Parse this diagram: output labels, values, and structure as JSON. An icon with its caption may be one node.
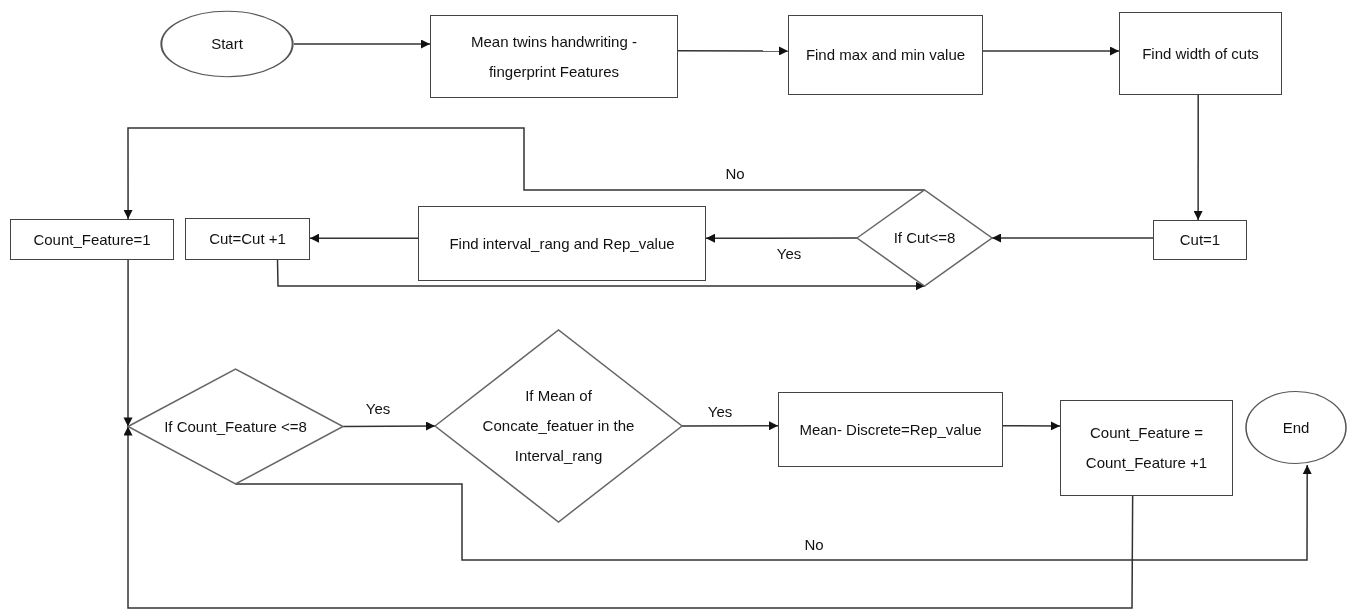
{
  "diagram": {
    "nodes": [
      {
        "text": [
          "Start"
        ]
      },
      {
        "text": [
          "Mean twins handwriting - fingerprint Features"
        ]
      },
      {
        "text": [
          "Find max and min value"
        ]
      },
      {
        "text": [
          "Find width of cuts"
        ]
      },
      {
        "text": [
          "Cut=1"
        ]
      },
      {
        "text": [
          "If Cut<=8"
        ]
      },
      {
        "text": [
          "Find interval_rang and Rep_value"
        ]
      },
      {
        "text": [
          "Cut=Cut +1"
        ]
      },
      {
        "text": [
          "Count_Feature=1"
        ]
      },
      {
        "text": [
          "If Count_Feature <=8"
        ]
      },
      {
        "text": [
          "If Mean of Concate_featuer in the Interval_rang"
        ]
      },
      {
        "text": [
          "Mean- Discrete=Rep_value"
        ]
      },
      {
        "text": [
          "Count_Feature = Count_Feature +1"
        ]
      },
      {
        "text": [
          "End"
        ]
      }
    ],
    "edges": [
      {
        "from": 0,
        "to": 1,
        "arrow": "to"
      },
      {
        "from": 1,
        "to": 2,
        "arrow": "to"
      },
      {
        "from": 2,
        "to": 3,
        "arrow": "to"
      },
      {
        "from": 3,
        "to": 4,
        "arrow": "to"
      },
      {
        "from": 4,
        "to": 5,
        "arrow": "to"
      },
      {
        "from": 5,
        "to": 6,
        "arrow": "to",
        "label": "Yes"
      },
      {
        "from": 6,
        "to": 7,
        "arrow": "to"
      },
      {
        "from": 7,
        "to": 5,
        "arrow": "to"
      },
      {
        "from": 5,
        "to": 8,
        "arrow": "to",
        "label": "No"
      },
      {
        "from": 8,
        "to": 9,
        "arrow": "to"
      },
      {
        "from": 9,
        "to": 10,
        "arrow": "to",
        "label": "Yes"
      },
      {
        "from": 10,
        "to": 11,
        "arrow": "to",
        "label": "Yes"
      },
      {
        "from": 11,
        "to": 12,
        "arrow": "to"
      },
      {
        "from": 9,
        "to": 13,
        "arrow": "to",
        "label": "No"
      },
      {
        "from": 12,
        "to": 9,
        "arrow": "to"
      }
    ]
  }
}
